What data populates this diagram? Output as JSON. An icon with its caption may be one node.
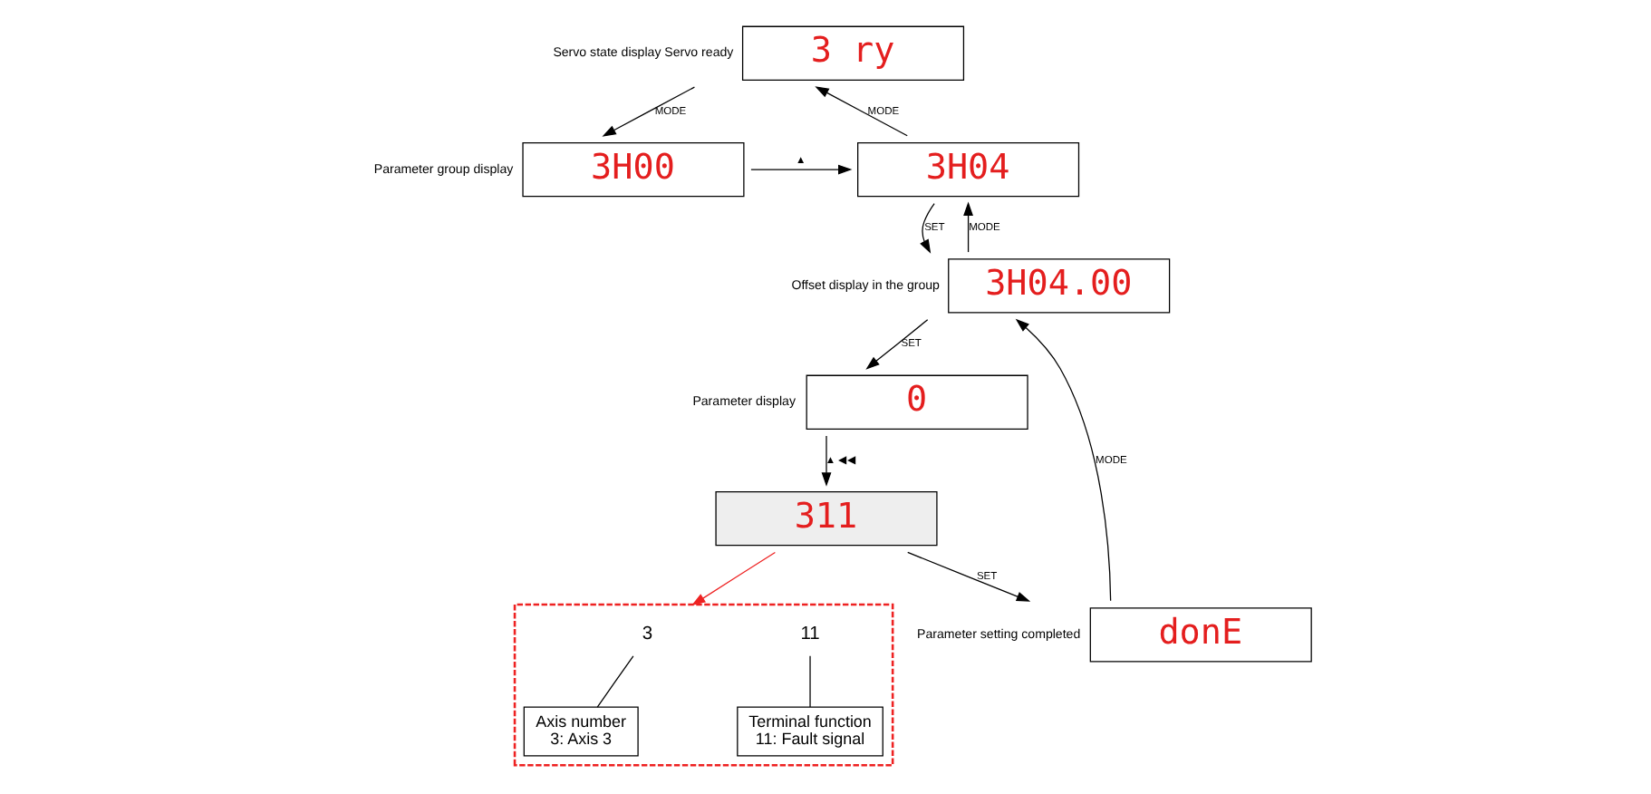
{
  "diagram": {
    "nodes": [
      {
        "text": [
          "3 ry"
        ],
        "beside": [
          "Servo state display Servo ready"
        ]
      },
      {
        "text": [
          "3H00"
        ],
        "beside": [
          "Parameter group display"
        ]
      },
      {
        "text": [
          "3H04"
        ]
      },
      {
        "text": [
          "3H04.00"
        ],
        "beside": [
          "Offset display in the group"
        ]
      },
      {
        "text": [
          "0"
        ],
        "beside": [
          "Parameter display"
        ]
      },
      {
        "text": [
          "311"
        ]
      },
      {
        "text": [
          "donE"
        ],
        "beside": [
          "Parameter setting completed"
        ]
      },
      {
        "text": [],
        "shape": "box"
      },
      {
        "text": [
          "3"
        ],
        "in": 7
      },
      {
        "text": [
          "11"
        ],
        "in": 7
      },
      {
        "text": [
          "Axis number",
          "3: Axis 3"
        ],
        "in": 7
      },
      {
        "text": [
          "Terminal function",
          "11: Fault signal"
        ],
        "in": 7
      }
    ],
    "edges": [
      {
        "from": 0,
        "to": 1,
        "arrow": "to",
        "label": "MODE"
      },
      {
        "from": 1,
        "to": 2,
        "arrow": "to",
        "label": "▲"
      },
      {
        "from": 2,
        "to": 0,
        "arrow": "to",
        "label": "MODE"
      },
      {
        "from": 2,
        "to": 3,
        "arrow": "to",
        "label": "SET"
      },
      {
        "from": 3,
        "to": 2,
        "arrow": "to",
        "label": "MODE"
      },
      {
        "from": 3,
        "to": 4,
        "arrow": "to",
        "label": "SET"
      },
      {
        "from": 4,
        "to": 5,
        "arrow": "to",
        "label": "▲ ◀◀"
      },
      {
        "from": 5,
        "to": 6,
        "arrow": "to",
        "label": "SET"
      },
      {
        "from": 6,
        "to": 3,
        "arrow": "to",
        "label": "MODE"
      },
      {
        "from": 5,
        "to": 7,
        "arrow": "to",
        "color": "#ee2222"
      },
      {
        "from": 8,
        "to": 10,
        "arrow": "none"
      },
      {
        "from": 9,
        "to": 11,
        "arrow": "none"
      }
    ]
  }
}
